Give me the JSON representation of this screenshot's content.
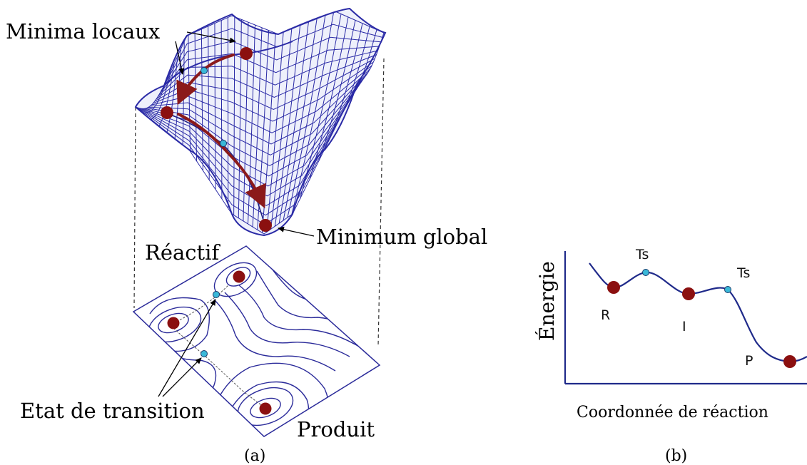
{
  "panel_a": {
    "label": "(a)",
    "annotations": {
      "local_minima": "Minima locaux",
      "global_minimum": "Minimum global",
      "reactant": "Réactif",
      "transition_state": "Etat de transition",
      "product": "Produit"
    }
  },
  "panel_b": {
    "label": "(b)",
    "y_axis_label": "Énergie",
    "x_axis_label": "Coordonnée de réaction",
    "point_labels": {
      "reactant": "R",
      "intermediate": "I",
      "product": "P",
      "ts1": "Ts",
      "ts2": "Ts"
    }
  },
  "colors": {
    "mesh": "#2a2aa6",
    "contour": "#2b2b9a",
    "minimum_point": "#8b1010",
    "transition_point": "#3ab8d8",
    "arrow": "#8b1a1a",
    "curve": "#1f2a8a"
  }
}
